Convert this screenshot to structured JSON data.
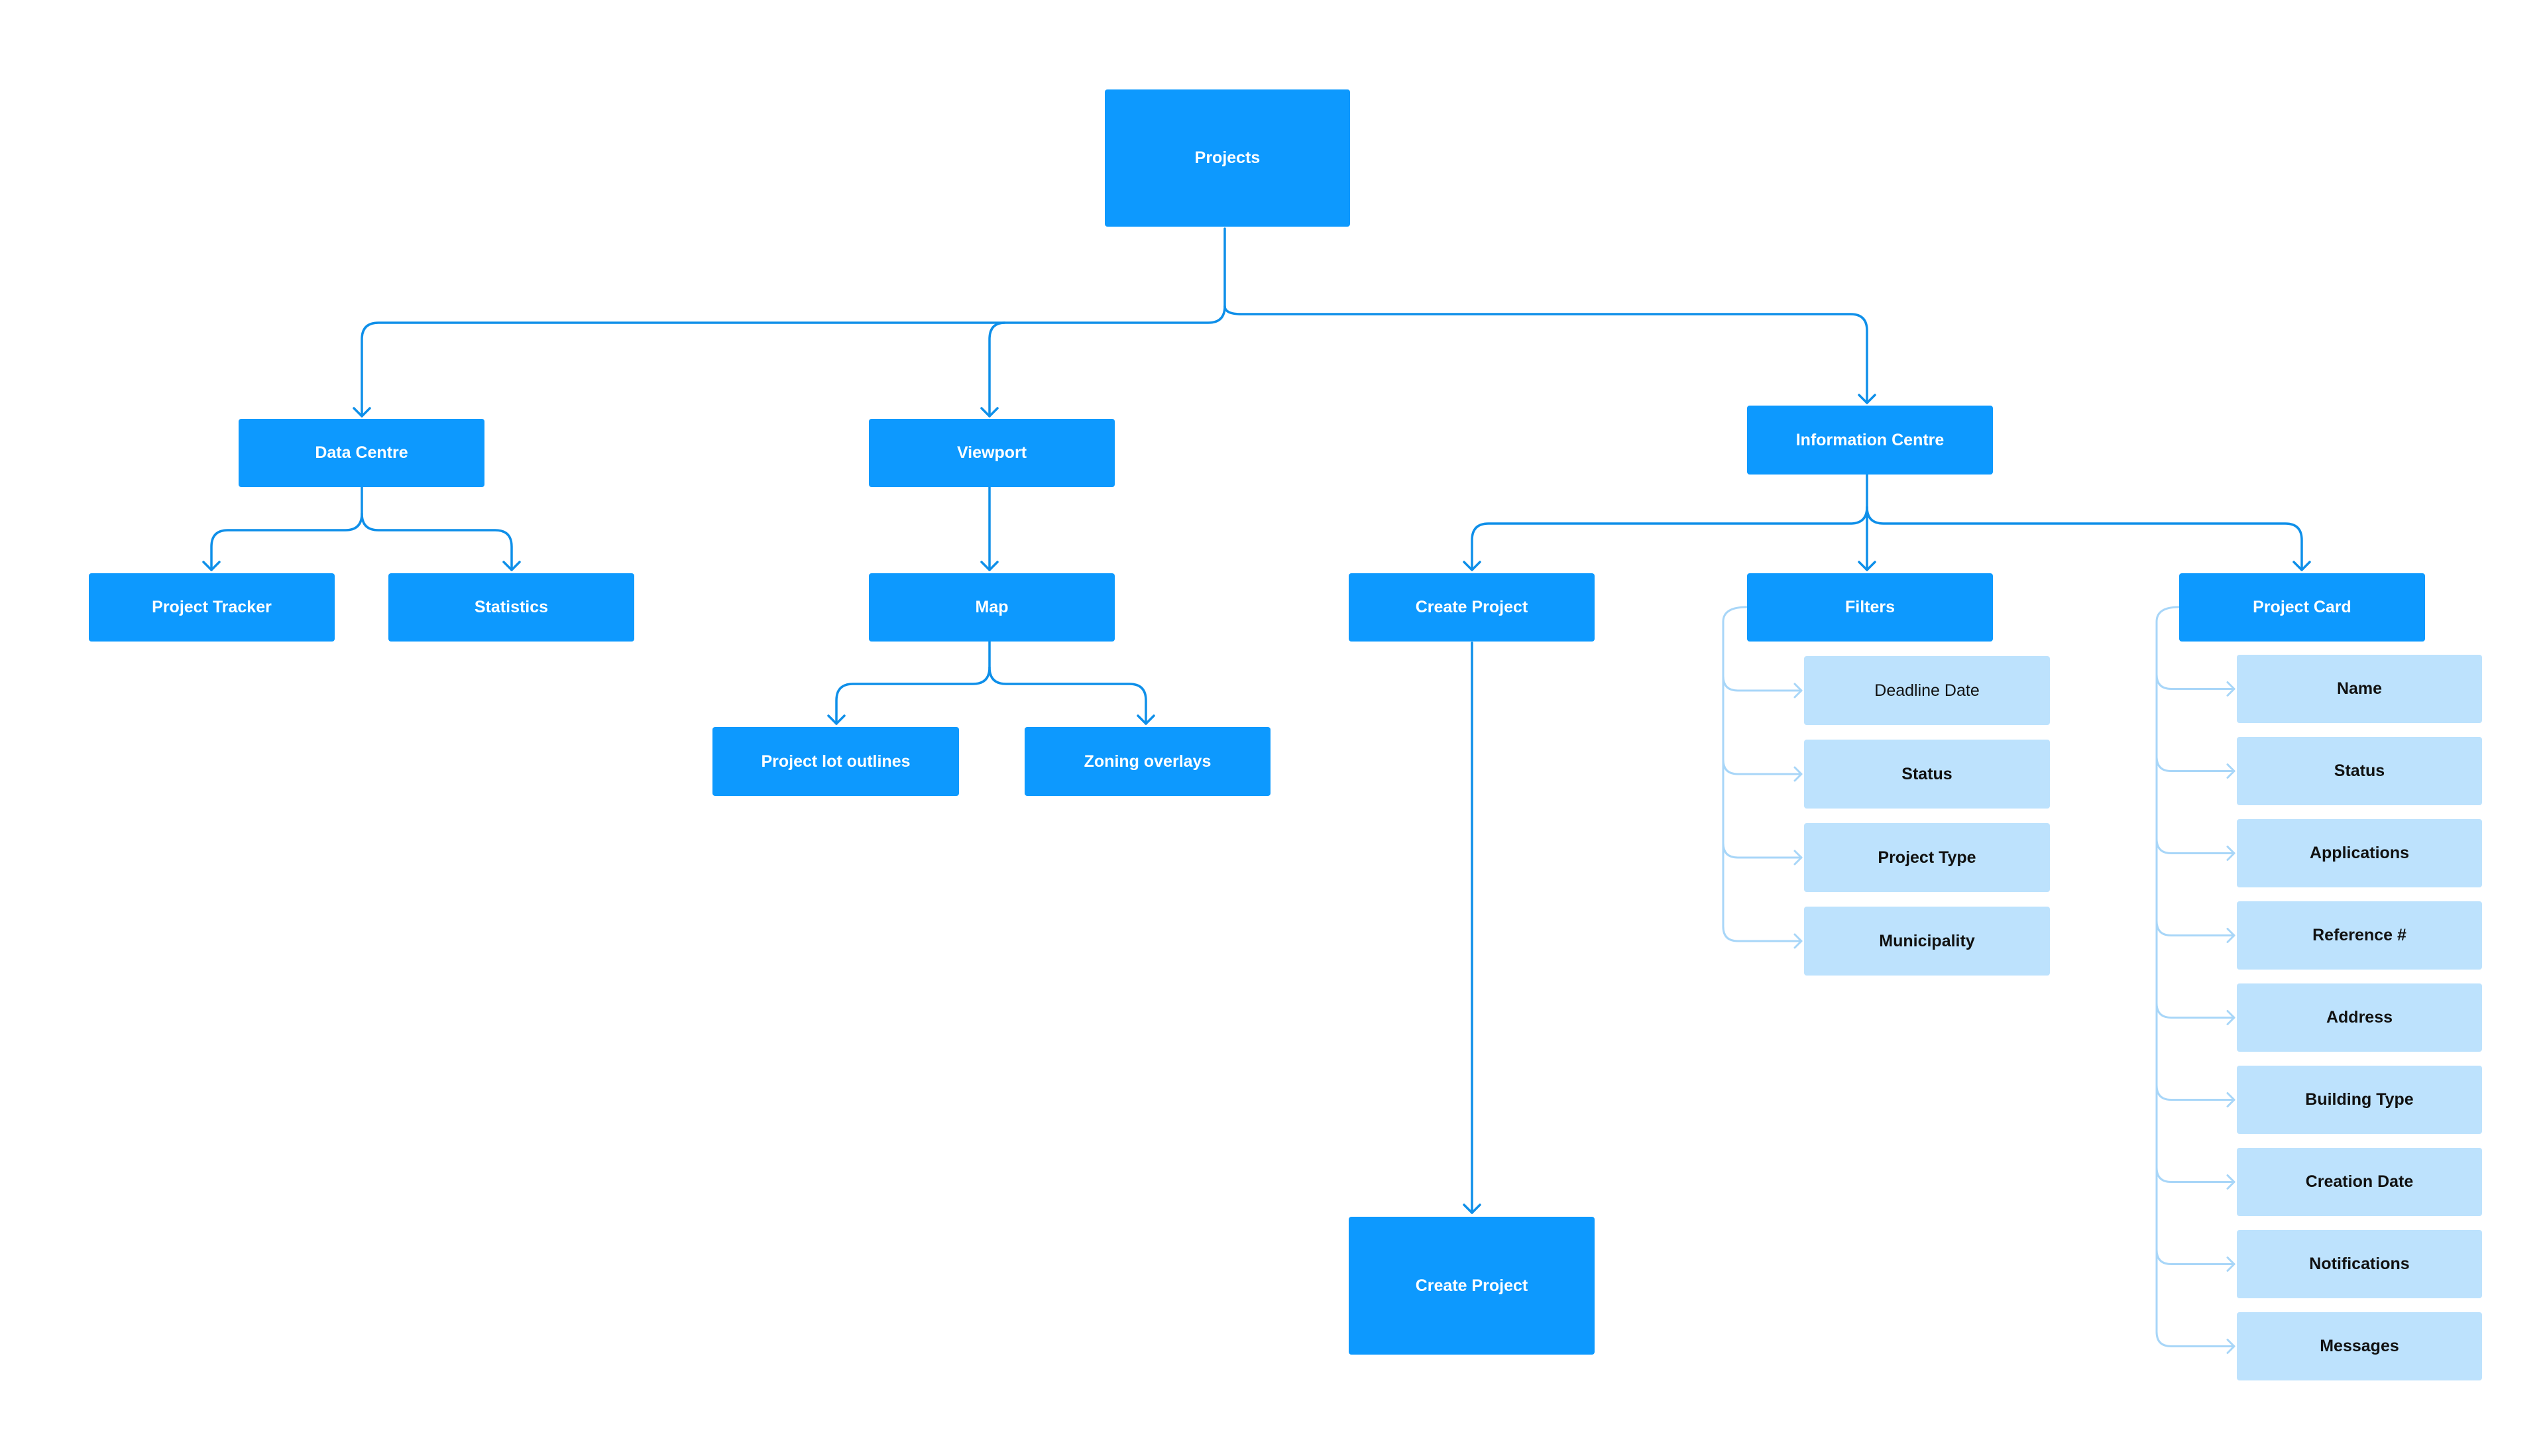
{
  "nodes": {
    "projects": "Projects",
    "data_centre": "Data Centre",
    "viewport": "Viewport",
    "information_centre": "Information Centre",
    "project_tracker": "Project Tracker",
    "statistics": "Statistics",
    "map": "Map",
    "project_lot_outlines": "Project lot outlines",
    "zoning_overlays": "Zoning overlays",
    "create_project": "Create Project",
    "filters": "Filters",
    "project_card": "Project Card",
    "create_project_page": "Create Project"
  },
  "filters_items": [
    "Deadline Date",
    "Status",
    "Project Type",
    "Municipality"
  ],
  "project_card_items": [
    "Name",
    "Status",
    "Applications",
    "Reference #",
    "Address",
    "Building Type",
    "Creation Date",
    "Notifications",
    "Messages"
  ],
  "colors": {
    "primary": "#0d99fe",
    "light": "#bde2fd",
    "connector": "#0e8fe9",
    "connector_faint": "#a8d6f8"
  }
}
